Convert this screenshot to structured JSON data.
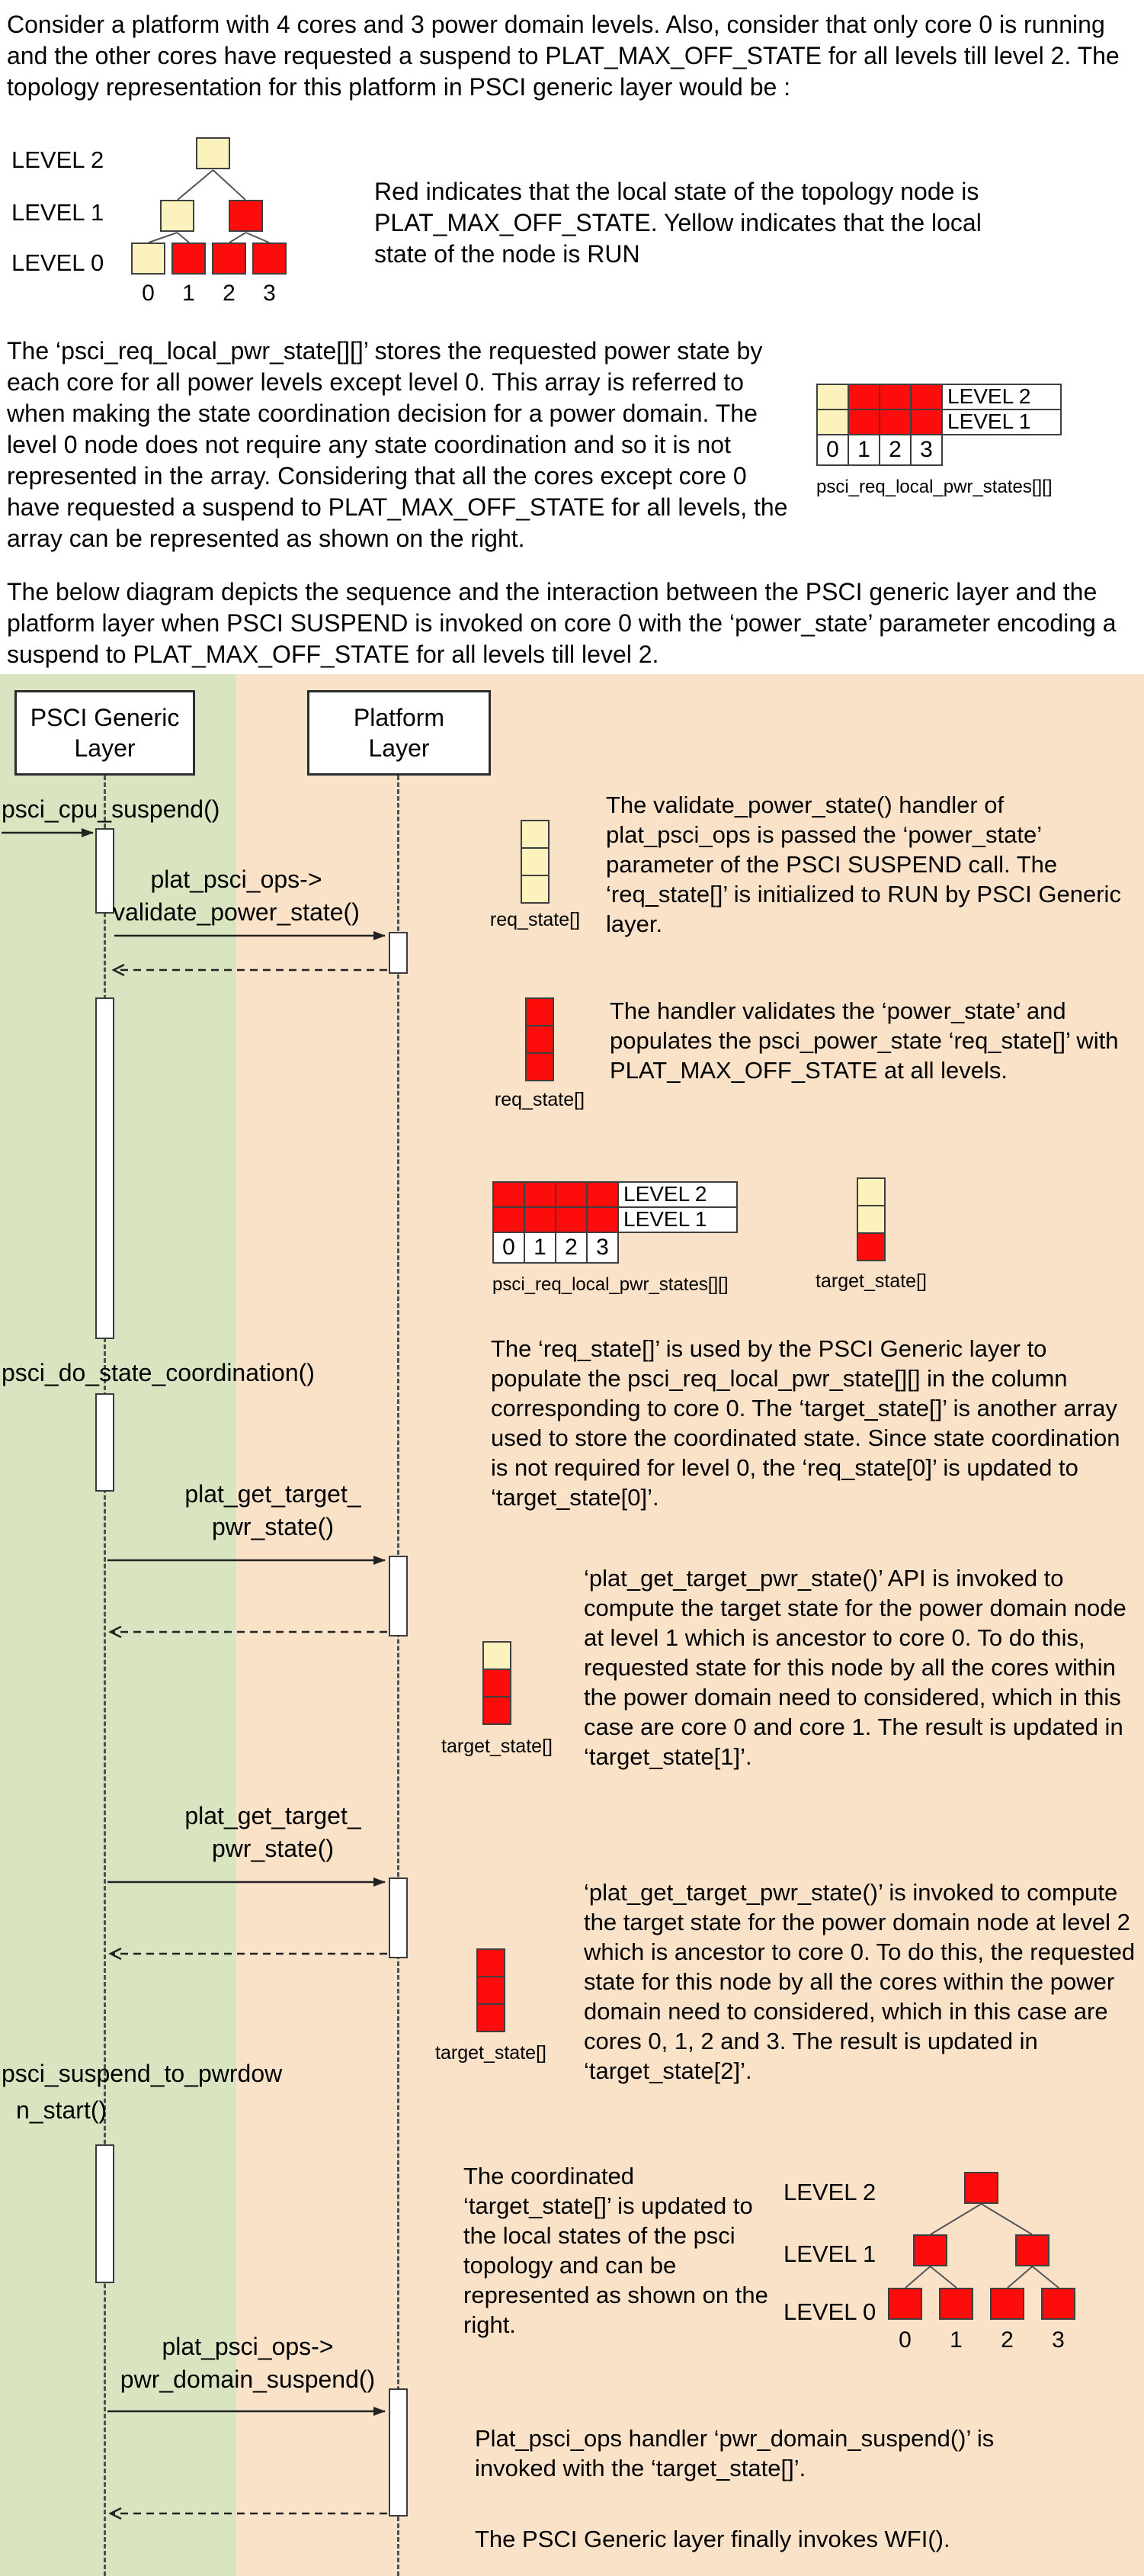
{
  "colors": {
    "run": "#FBF2BD",
    "off": "#FC0D0B",
    "peach": "#FAE2C9",
    "green": "#D9E5C1",
    "border": "#3F3F3F"
  },
  "intro": {
    "p1": "Consider a platform with 4 cores and 3 power domain levels. Also, consider that only core 0 is running and the other cores have requested a suspend to PLAT_MAX_OFF_STATE for all levels till level 2. The topology representation for this platform in PSCI generic layer would be :",
    "legend": "Red indicates that the local state of the topology node is PLAT_MAX_OFF_STATE. Yellow indicates that the local state of the node is RUN",
    "p2": "The ‘psci_req_local_pwr_state[][]’ stores the requested power state by each core for all power levels except level 0. This array is referred to when making the state coordination decision for a power domain. The level 0 node does not require any state coordination and so it is not represented in the array. Considering that all the cores except core 0 have requested a suspend to PLAT_MAX_OFF_STATE for all levels, the array can be represented as shown on the right.",
    "p3": "The below diagram depicts the sequence and the interaction between the PSCI generic layer and the platform layer when PSCI SUSPEND is invoked on core 0 with the ‘power_state’ parameter encoding a suspend to PLAT_MAX_OFF_STATE for all levels till level 2."
  },
  "labels": {
    "level2": "LEVEL 2",
    "level1": "LEVEL 1",
    "level0": "LEVEL 0",
    "req_state": "req_state[]",
    "target_state": "target_state[]",
    "grid_caption": "psci_req_local_pwr_states[][]"
  },
  "trees": {
    "top": {
      "l2": [
        "run"
      ],
      "l1": [
        "run",
        "off"
      ],
      "l0": [
        "run",
        "off",
        "off",
        "off"
      ],
      "cores": [
        "0",
        "1",
        "2",
        "3"
      ]
    },
    "bottom": {
      "l2": [
        "off"
      ],
      "l1": [
        "off",
        "off"
      ],
      "l0": [
        "off",
        "off",
        "off",
        "off"
      ],
      "cores": [
        "0",
        "1",
        "2",
        "3"
      ]
    }
  },
  "grids": {
    "top": {
      "rows": [
        [
          "run",
          "off",
          "off",
          "off"
        ],
        [
          "run",
          "off",
          "off",
          "off"
        ]
      ],
      "row_labels": [
        "LEVEL 2",
        "LEVEL 1"
      ],
      "cols": [
        "0",
        "1",
        "2",
        "3"
      ]
    },
    "seq": {
      "rows": [
        [
          "off",
          "off",
          "off",
          "off"
        ],
        [
          "off",
          "off",
          "off",
          "off"
        ]
      ],
      "row_labels": [
        "LEVEL 2",
        "LEVEL 1"
      ],
      "cols": [
        "0",
        "1",
        "2",
        "3"
      ]
    }
  },
  "columns": {
    "req_init": [
      "run",
      "run",
      "run"
    ],
    "req_off": [
      "off",
      "off",
      "off"
    ],
    "target_l0": [
      "run",
      "run",
      "off"
    ],
    "target_l1": [
      "run",
      "off",
      "off"
    ],
    "target_l2": [
      "off",
      "off",
      "off"
    ]
  },
  "sequence": {
    "actors": {
      "psci": [
        "PSCI Generic",
        "Layer"
      ],
      "platform": [
        "Platform",
        "Layer"
      ]
    },
    "messages": {
      "cpu_suspend": "psci_cpu_suspend()",
      "validate_l1": "plat_psci_ops->",
      "validate_l2": "validate_power_state()",
      "coordination": "psci_do_state_coordination()",
      "get_target_l1": "plat_get_target_",
      "get_target_l2": "pwr_state()",
      "suspend_start_l1": "psci_suspend_to_pwrdow",
      "suspend_start_l2": "n_start()",
      "domain_suspend_l1": "plat_psci_ops->",
      "domain_suspend_l2": "pwr_domain_suspend()"
    },
    "notes": {
      "validate": "The validate_power_state() handler of plat_psci_ops is passed the ‘power_state’ parameter of the PSCI SUSPEND call. The ‘req_state[]’ is initialized to RUN by PSCI Generic layer.",
      "populate": "The handler validates the ‘power_state’ and populates the psci_power_state ‘req_state[]’ with PLAT_MAX_OFF_STATE at all levels.",
      "coordination": "The ‘req_state[]’ is used by the PSCI Generic layer to populate the psci_req_local_pwr_state[][] in the column corresponding to core 0. The ‘target_state[]’ is another array used to store the coordinated state. Since state coordination is not required for level 0, the ‘req_state[0]’ is updated to ‘target_state[0]’.",
      "target_level1": "‘plat_get_target_pwr_state()’ API is invoked to compute the target state for the power domain node at level 1 which is ancestor to core 0. To do this, requested state for this node by all the cores within the power domain need to considered, which in this case are core 0 and core 1. The result is updated in ‘target_state[1]’.",
      "target_level2": "‘plat_get_target_pwr_state()’ is invoked to compute the target state for the power domain node at level 2 which is ancestor to core 0. To do this, the requested state for this node by all the cores within the power domain need to considered, which in this case are cores 0, 1, 2 and 3. The result is updated in ‘target_state[2]’.",
      "topology_update": "The coordinated ‘target_state[]’ is updated to the local states of the psci topology and can be represented as shown on the right.",
      "domain_suspend": "Plat_psci_ops handler ‘pwr_domain_suspend()’ is invoked with the ‘target_state[]’.",
      "wfi": "The PSCI Generic layer finally invokes WFI()."
    }
  }
}
